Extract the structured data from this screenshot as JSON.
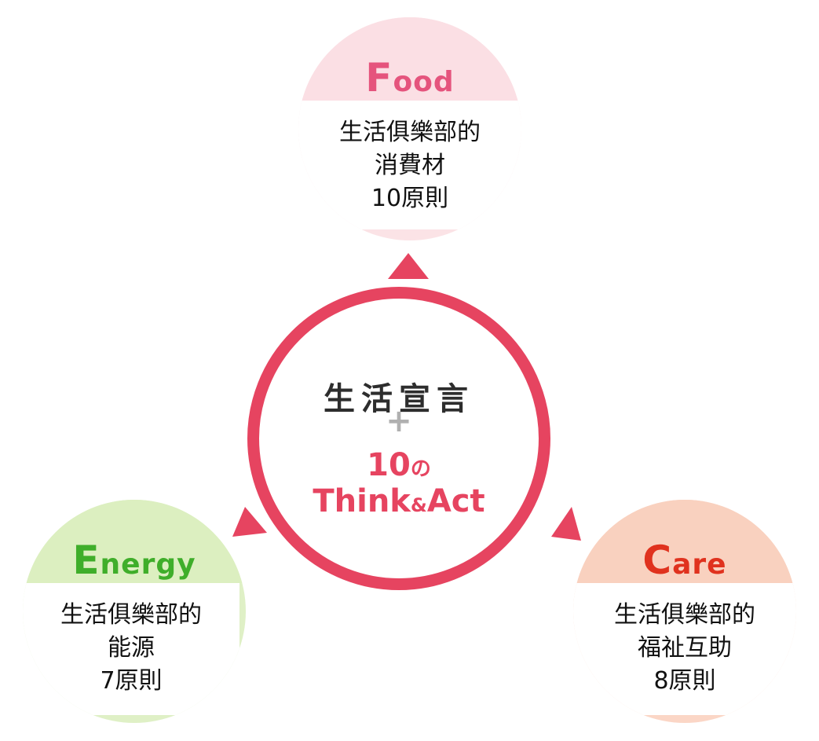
{
  "center": {
    "title": "生活宣言",
    "plus": "+",
    "line1_num": "10",
    "line1_suffix": "の",
    "line2_a": "Think",
    "line2_amp": "&",
    "line2_b": "Act"
  },
  "nodes": {
    "food": {
      "heading_cap": "F",
      "heading_rest": "ood",
      "lines": [
        "生活俱樂部的",
        "消費材",
        "10原則"
      ]
    },
    "energy": {
      "heading_cap": "E",
      "heading_rest": "nergy",
      "lines": [
        "生活俱樂部的",
        "能源",
        "7原則"
      ]
    },
    "care": {
      "heading_cap": "C",
      "heading_rest": "are",
      "lines": [
        "生活俱樂部的",
        "福祉互助",
        "8原則"
      ]
    }
  },
  "colors": {
    "ring": "#e64460",
    "food": "#e5547d",
    "energy": "#3fae2a",
    "care": "#e0321e",
    "arrow": "#e64460"
  }
}
